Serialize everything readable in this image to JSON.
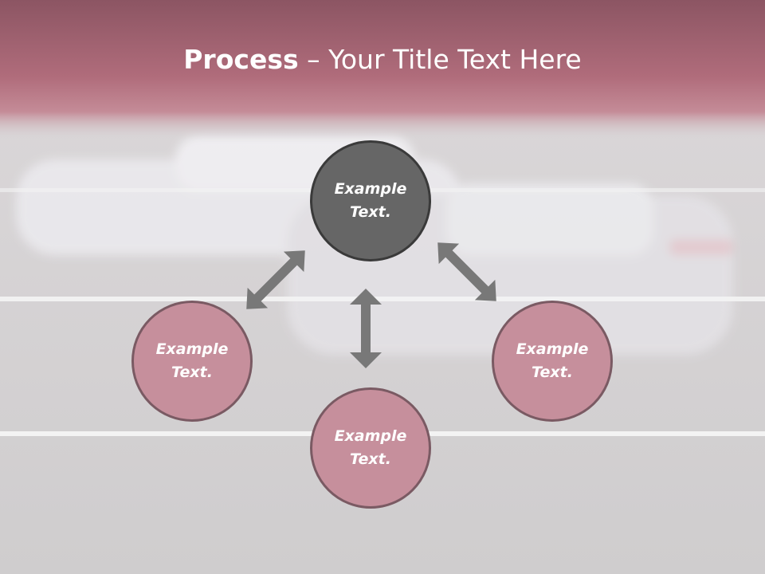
{
  "slide": {
    "title_bold": "Process",
    "title_rest": " – Your Title Text Here"
  },
  "nodes": {
    "center": "Example Text.",
    "left": "Example Text.",
    "right": "Example Text.",
    "bottom": "Example Text."
  },
  "colors": {
    "header": "#b4707f",
    "center_node": "#666666",
    "outer_node": "#c68f9c",
    "arrow": "#787878"
  }
}
